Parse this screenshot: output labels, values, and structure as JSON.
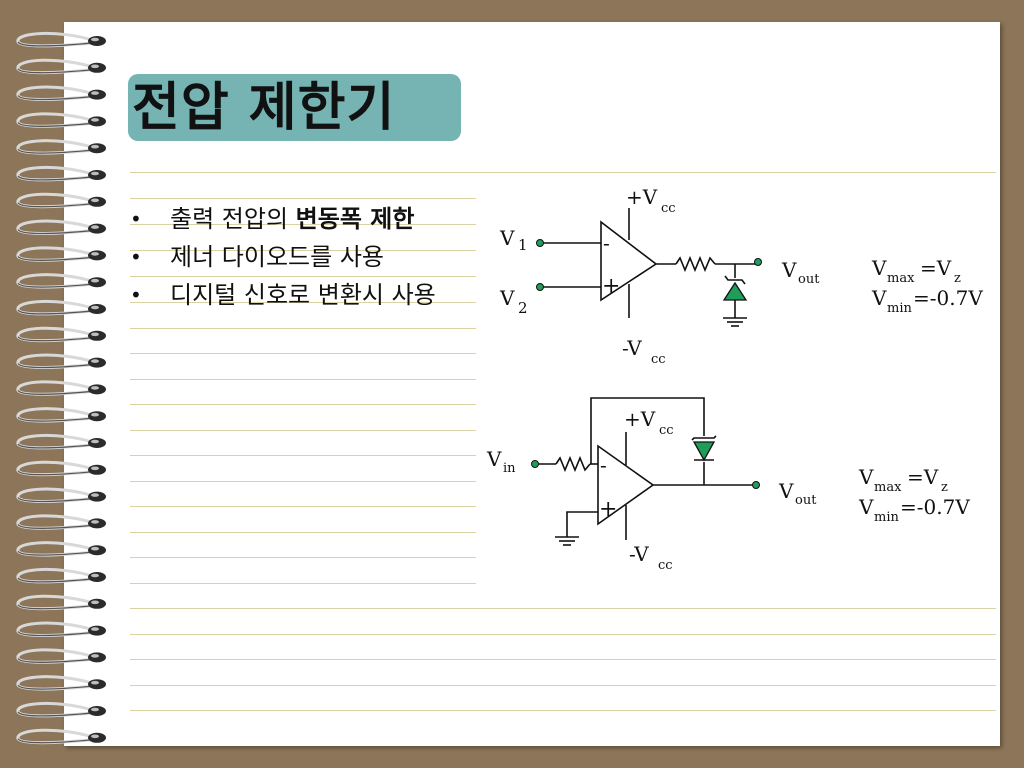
{
  "slide": {
    "title": "전압 제한기",
    "bullets": [
      {
        "normal": "출력 전압의 ",
        "bold": "변동폭 제한"
      },
      {
        "normal": "제너 다이오드를 사용",
        "bold": ""
      },
      {
        "normal": "디지털 신호로 변환시 사용",
        "bold": ""
      }
    ]
  },
  "circuit1": {
    "vcc_plus": "+V",
    "vcc_sub": "cc",
    "vcc_minus": "-V",
    "v1": "V",
    "v1_sub": "1",
    "v2": "V",
    "v2_sub": "2",
    "minus_sign": "-",
    "plus_sign": "+",
    "vout": "V",
    "vout_sub": "out",
    "vmax": "V",
    "vmax_sub": "max",
    "vmax_eq": "=V",
    "vmax_eq_sub": "z",
    "vmin": "V",
    "vmin_sub": "min",
    "vmin_eq": "=-0.7V"
  },
  "circuit2": {
    "vcc_plus": "+V",
    "vcc_sub": "cc",
    "vcc_minus": "-V",
    "vin": "V",
    "vin_sub": "in",
    "minus_sign": "-",
    "plus_sign": "+",
    "vout": "V",
    "vout_sub": "out",
    "vmax": "V",
    "vmax_sub": "max",
    "vmax_eq": "=V",
    "vmax_eq_sub": "z",
    "vmin": "V",
    "vmin_sub": "min",
    "vmin_eq": "=-0.7V"
  },
  "colors": {
    "background": "#8c7558",
    "title_box": "#76b4b4",
    "zener_fill": "#1e9e5a",
    "rule_line": "#d9d3a4"
  }
}
